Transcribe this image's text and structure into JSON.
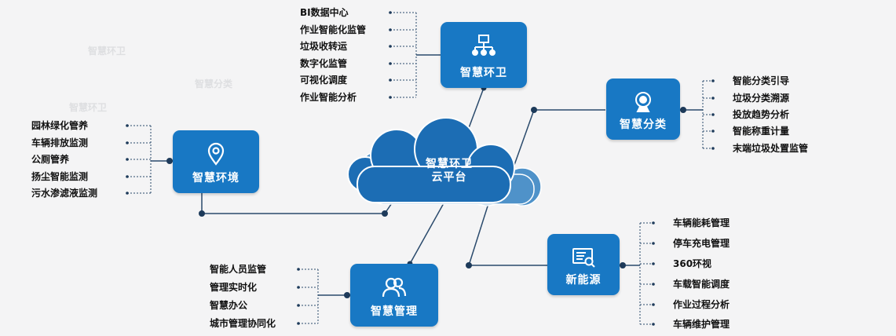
{
  "cloud": {
    "line1": "智慧环卫",
    "line2": "云平台"
  },
  "nodes": {
    "hw": {
      "label": "智慧环卫",
      "icon": "network-icon",
      "items": [
        "BI数据中心",
        "作业智能化监管",
        "垃圾收转运",
        "数字化监管",
        "可视化调度",
        "作业智能分析"
      ]
    },
    "fl": {
      "label": "智慧分类",
      "icon": "webcam-icon",
      "items": [
        "智能分类引导",
        "垃圾分类溯源",
        "投放趋势分析",
        "智能称重计量",
        "末端垃圾处置监管"
      ]
    },
    "hj": {
      "label": "智慧环境",
      "icon": "location-pin-icon",
      "items": [
        "园林绿化管养",
        "车辆排放监测",
        "公厕管养",
        "扬尘智能监测",
        "污水渗滤液监测"
      ]
    },
    "gl": {
      "label": "智慧管理",
      "icon": "users-icon",
      "items": [
        "智能人员监管",
        "管理实时化",
        "智慧办公",
        "城市管理协同化"
      ]
    },
    "xny": {
      "label": "新能源",
      "icon": "document-search-icon",
      "items": [
        "车辆能耗管理",
        "停车充电管理",
        "360环视",
        "车载智能调度",
        "作业过程分析",
        "车辆维护管理"
      ]
    }
  },
  "watermark": [
    "智慧环卫",
    "智慧分类",
    "智慧环卫"
  ],
  "colors": {
    "box": "#1878c4",
    "cloud": "#1a6fb7",
    "cloud_back": "#4a8fc8",
    "line": "#274a6d",
    "dot": "#1d3a5a",
    "bg": "#f4f4f5"
  }
}
